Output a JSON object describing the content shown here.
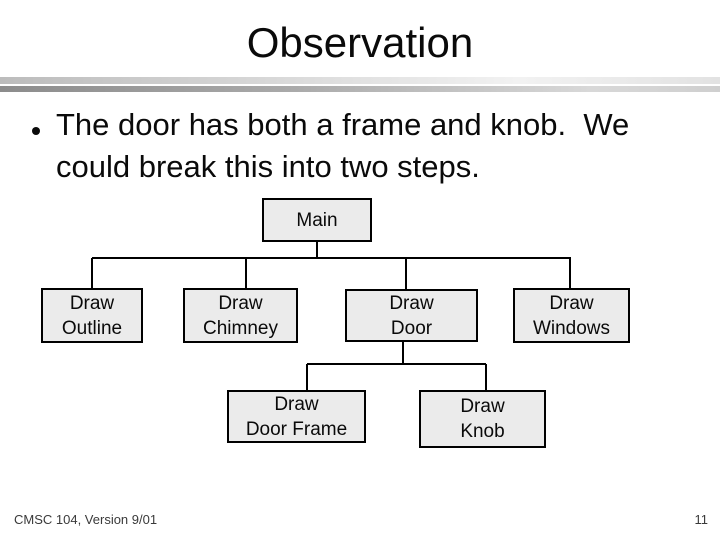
{
  "slide_title": "Observation",
  "bullet": {
    "line1": "The door has both a frame and knob.  We",
    "line2": "could break this into two steps."
  },
  "diagram": {
    "nodes": {
      "main": "Main",
      "draw_outline": "Draw\nOutline",
      "draw_chimney": "Draw\nChimney",
      "draw_door": "Draw\nDoor",
      "draw_windows": "Draw\nWindows",
      "draw_door_frame": "Draw\nDoor Frame",
      "draw_knob": "Draw\nKnob"
    },
    "node_fill_color": "#ebebeb",
    "node_border_color": "#000000",
    "connector_color": "#000000"
  },
  "divider": {
    "top_bar_gradient": [
      "#bcbcbc",
      "#f2f2f2"
    ],
    "bottom_bar_gradient": [
      "#8c8c8c",
      "#d8d8d8"
    ]
  },
  "footer": {
    "course": "CMSC 104, Version 9/01",
    "page_number": "11"
  }
}
